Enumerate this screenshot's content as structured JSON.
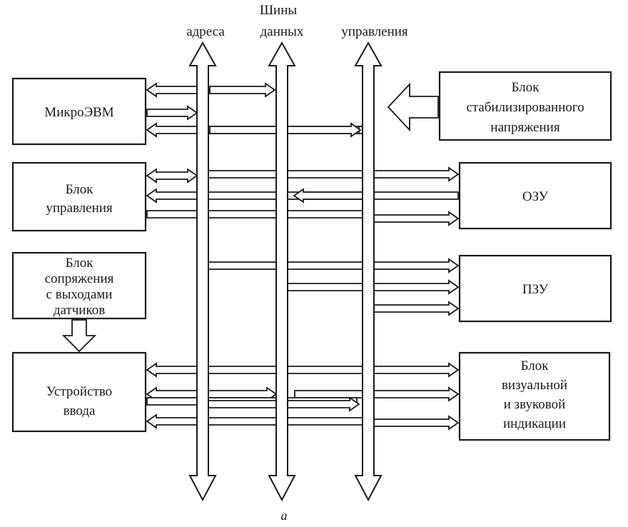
{
  "header": {
    "title": "Шины",
    "bus_labels": {
      "address": "адреса",
      "data": "данных",
      "control": "управления"
    }
  },
  "blocks": {
    "micro": [
      "МикроЭВМ"
    ],
    "stab": [
      "Блок",
      "стабилизированного",
      "напряжения"
    ],
    "control": [
      "Блок",
      "управления"
    ],
    "ram": [
      "ОЗУ"
    ],
    "iface": [
      "Блок",
      "сопряжения",
      "с выходами",
      "датчиков"
    ],
    "rom": [
      "ПЗУ"
    ],
    "input": [
      "Устройство",
      "ввода"
    ],
    "indic": [
      "Блок",
      "визуальной",
      "и звуковой",
      "индикации"
    ]
  },
  "caption": "а"
}
